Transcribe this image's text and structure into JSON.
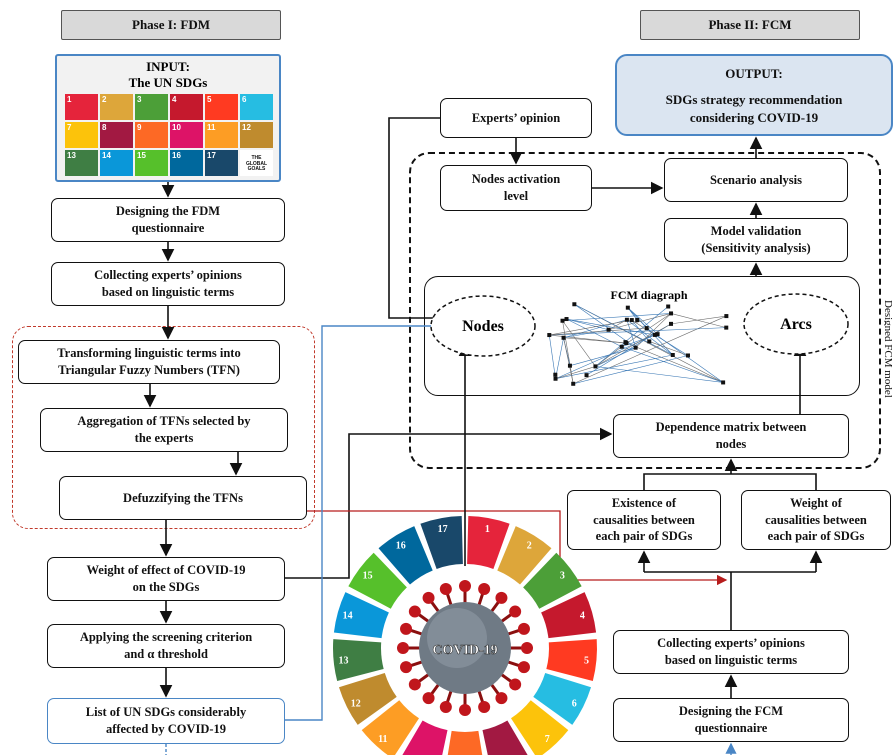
{
  "phase1": {
    "title": "Phase I: FDM"
  },
  "phase2": {
    "title": "Phase II: FCM"
  },
  "input": {
    "title": "INPUT:",
    "subtitle": "The UN SDGs",
    "goals_banner": "THE GLOBAL GOALS"
  },
  "fdm": {
    "designing": "Designing the FDM\nquestionnaire",
    "collecting": "Collecting experts’ opinions\nbased on linguistic terms",
    "transforming": "Transforming linguistic terms into\nTriangular Fuzzy Numbers (TFN)",
    "aggregation": "Aggregation of TFNs selected by\nthe experts",
    "defuzzify": "Defuzzifying the TFNs",
    "weight_effect": "Weight of effect of COVID-19\non the SDGs",
    "screening": "Applying the screening criterion\nand α threshold",
    "list": "List of UN SDGs considerably\naffected by COVID-19"
  },
  "output": {
    "title": "OUTPUT:",
    "text": "SDGs strategy recommendation\nconsidering COVID-19"
  },
  "fcm": {
    "experts_opinion": "Experts’ opinion",
    "activation": "Nodes activation\nlevel",
    "scenario": "Scenario analysis",
    "validation": "Model validation\n(Sensitivity analysis)",
    "diagraph_title": "FCM diagraph",
    "nodes": "Nodes",
    "arcs": "Arcs",
    "dependence": "Dependence matrix between\nnodes",
    "existence": "Existence of\ncausalities between\neach pair of SDGs",
    "weight": "Weight of\ncausalities between\neach pair of SDGs",
    "collecting": "Collecting experts’ opinions\nbased on linguistic terms",
    "designing": "Designing the FCM\nquestionnaire",
    "side_label": "Designed FCM model"
  },
  "covid": {
    "label": "COVID-19"
  },
  "sdg_numbers": [
    "1",
    "2",
    "3",
    "4",
    "5",
    "6",
    "7",
    "8",
    "9",
    "10",
    "11",
    "12",
    "13",
    "14",
    "15",
    "16",
    "17"
  ],
  "colors": {
    "sdg": [
      "#e5243b",
      "#dda63a",
      "#4c9f38",
      "#c5192d",
      "#ff3a21",
      "#26bde2",
      "#fcc30b",
      "#a21942",
      "#fd6925",
      "#dd1367",
      "#fd9d24",
      "#bf8b2e",
      "#3f7e44",
      "#0a97d9",
      "#56c02b",
      "#00689d",
      "#19486a"
    ],
    "dashed_red": "#c0392b",
    "blue_line": "#4a86c5",
    "red_line": "#b71c1c",
    "input_bg": "#f2f2f2",
    "output_bg": "#dbe5f1"
  }
}
